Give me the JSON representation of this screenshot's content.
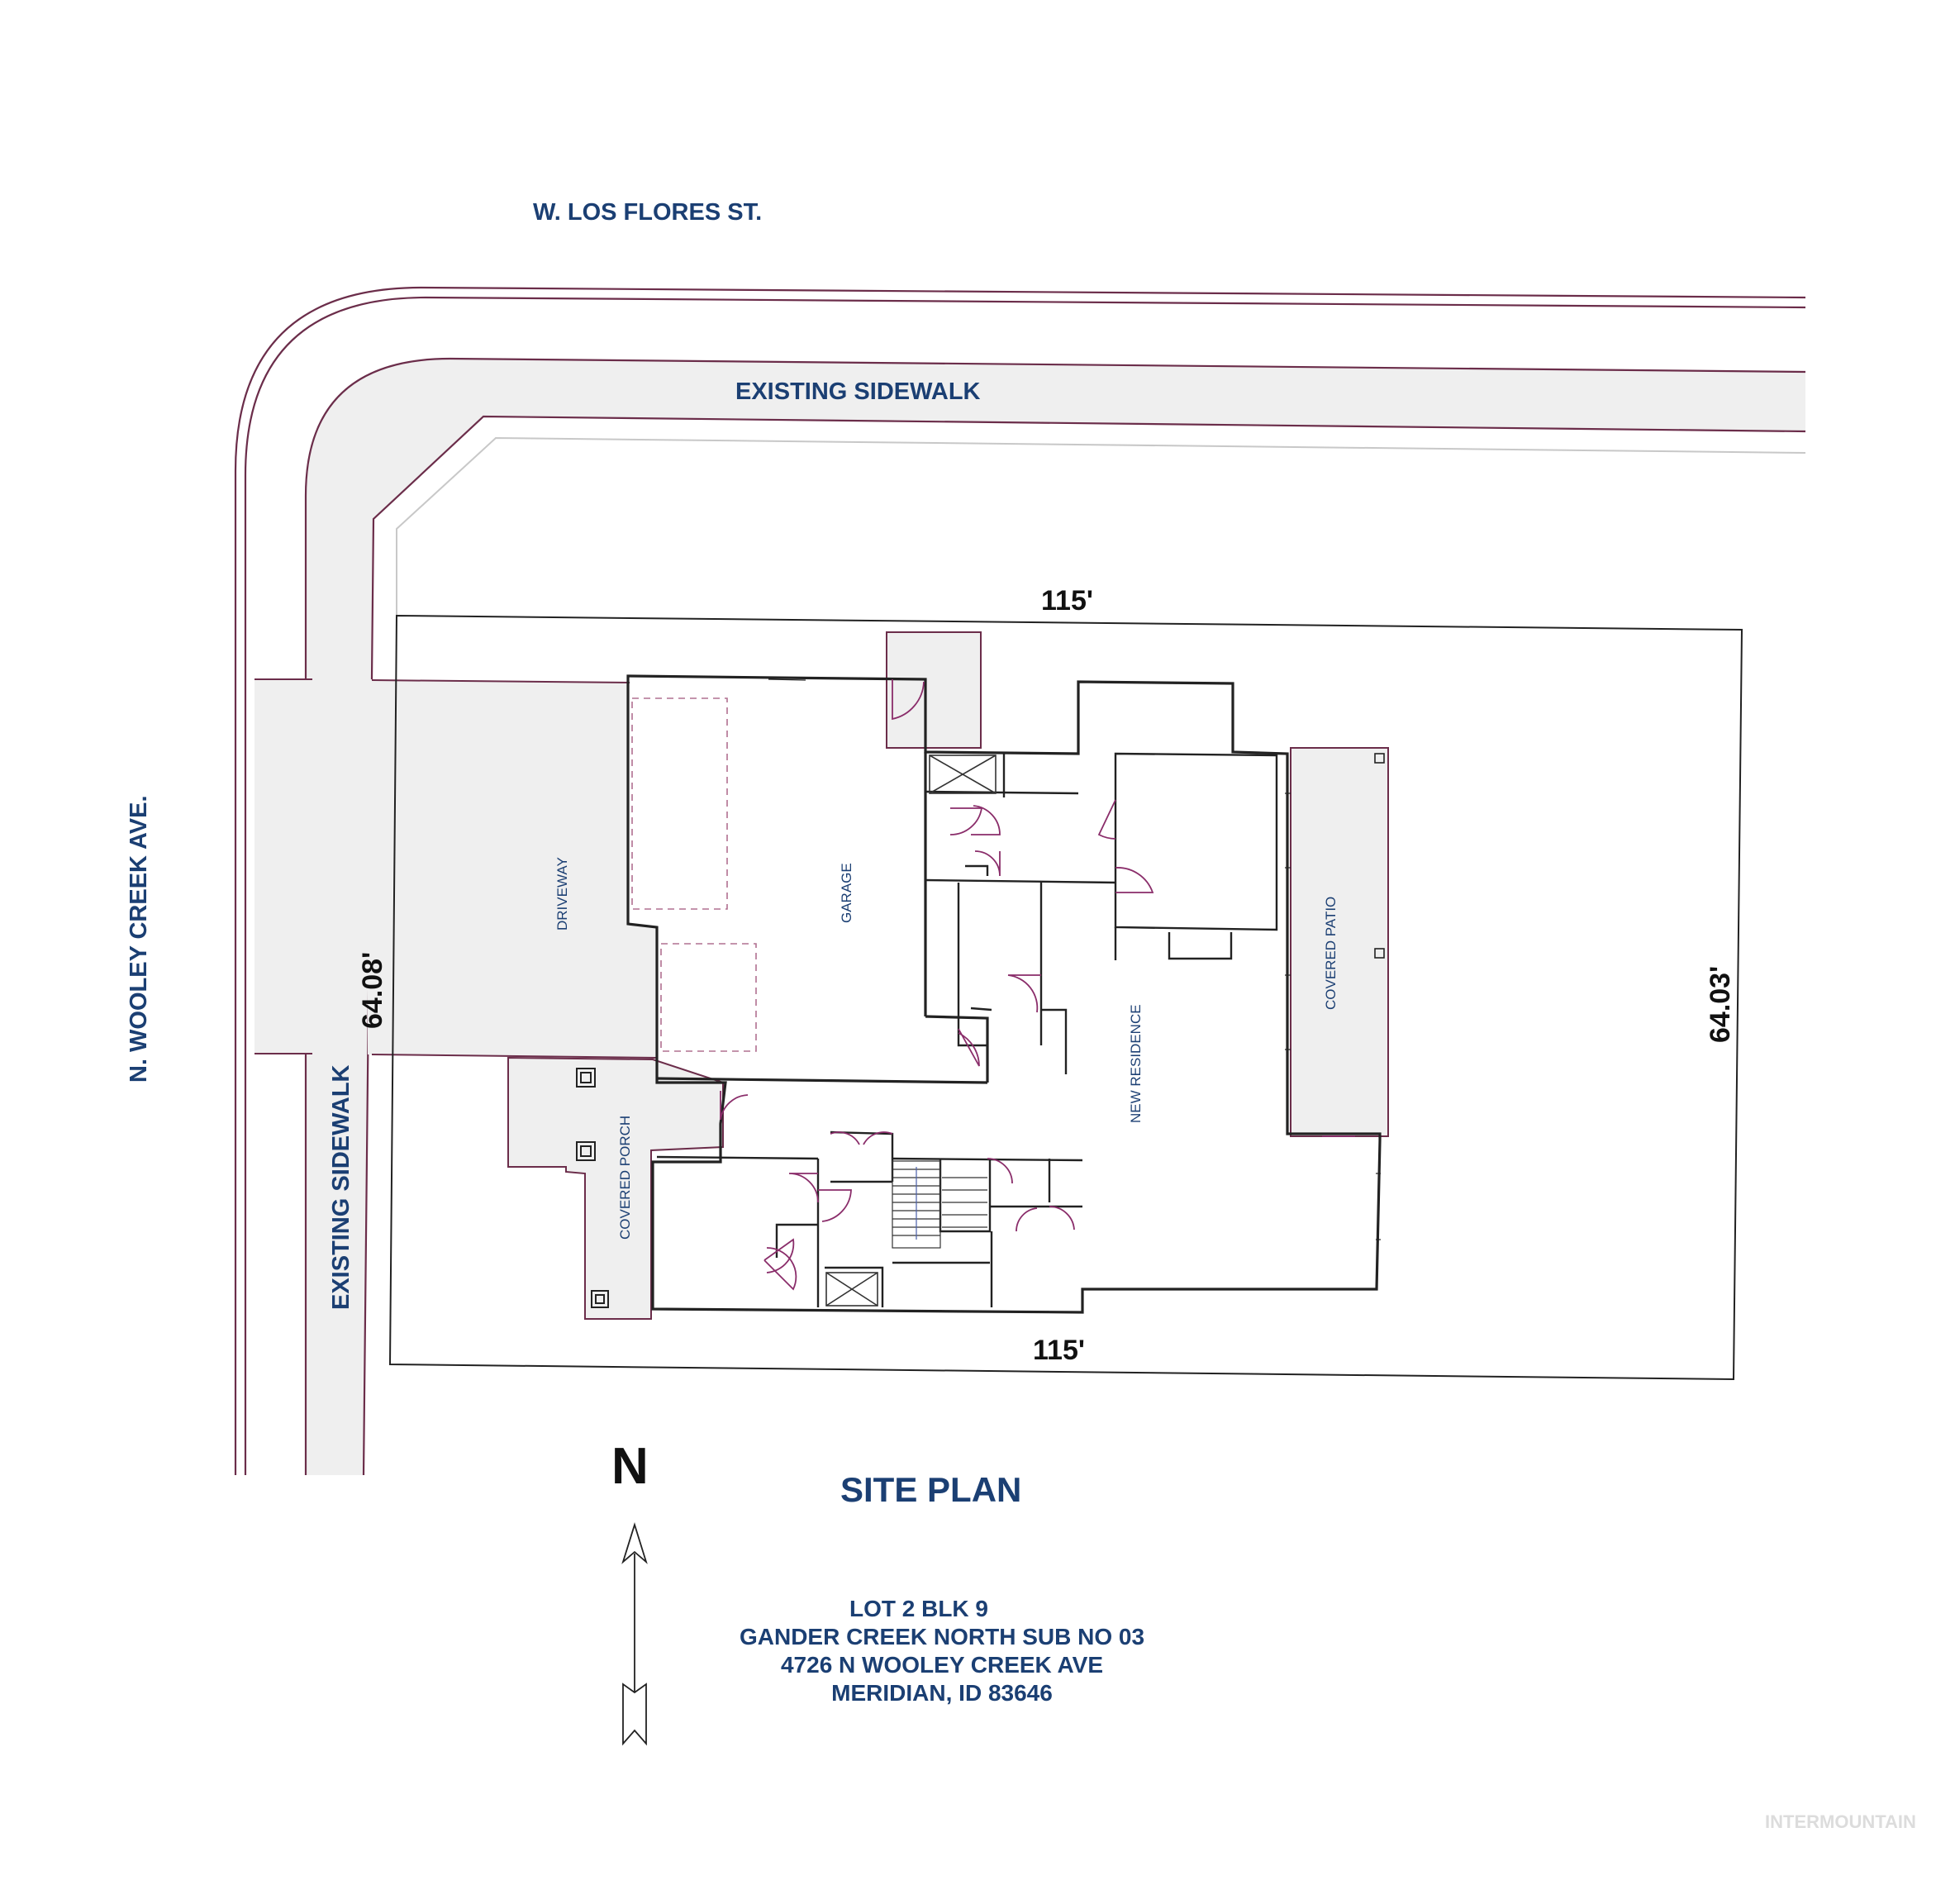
{
  "streets": {
    "north": "W. LOS FLORES ST.",
    "west": "N. WOOLEY CREEK AVE."
  },
  "sidewalks": {
    "north": "EXISTING SIDEWALK",
    "west": "EXISTING SIDEWALK"
  },
  "dimensions": {
    "top": "115'",
    "bottom": "115'",
    "left": "64.08'",
    "right": "64.03'"
  },
  "rooms": {
    "driveway": "DRIVEWAY",
    "garage": "GARAGE",
    "new_residence": "NEW RESIDENCE",
    "covered_patio": "COVERED PATIO",
    "covered_porch": "COVERED PORCH"
  },
  "north_arrow": "N",
  "title": "SITE PLAN",
  "address_lines": [
    "LOT 2 BLK 9",
    "GANDER CREEK NORTH SUB NO 03",
    "4726 N WOOLEY CREEK AVE",
    "MERIDIAN, ID 83646"
  ],
  "watermark": "INTERMOUNTAIN",
  "colors": {
    "label": "#1b3f73",
    "curb_line": "#6b2d4a",
    "paving": "#efefef"
  }
}
